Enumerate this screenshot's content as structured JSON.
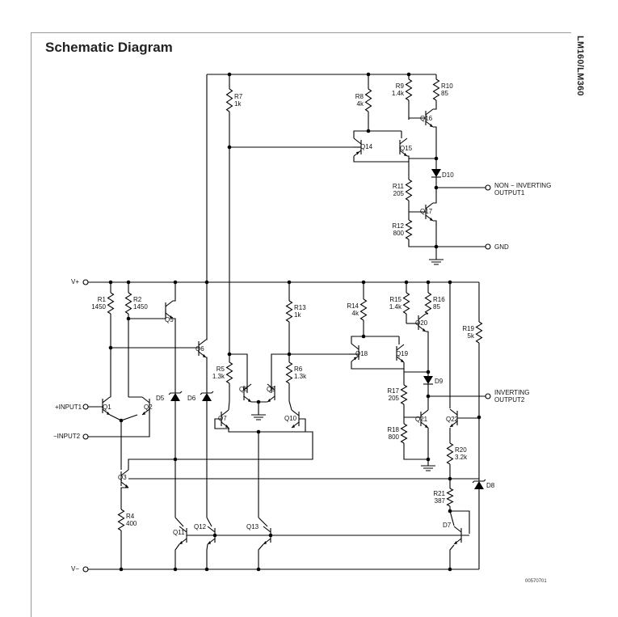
{
  "title": "Schematic Diagram",
  "part_number": "LM160/LM360",
  "doc_number": "00570701",
  "resistors": [
    {
      "name": "R1",
      "value": "1450"
    },
    {
      "name": "R2",
      "value": "1450"
    },
    {
      "name": "R4",
      "value": "400"
    },
    {
      "name": "R5",
      "value": "1.3k"
    },
    {
      "name": "R6",
      "value": "1.3k"
    },
    {
      "name": "R7",
      "value": "1k"
    },
    {
      "name": "R8",
      "value": "4k"
    },
    {
      "name": "R9",
      "value": "1.4k"
    },
    {
      "name": "R10",
      "value": "85"
    },
    {
      "name": "R11",
      "value": "205"
    },
    {
      "name": "R12",
      "value": "800"
    },
    {
      "name": "R13",
      "value": "1k"
    },
    {
      "name": "R14",
      "value": "4k"
    },
    {
      "name": "R15",
      "value": "1.4k"
    },
    {
      "name": "R16",
      "value": "85"
    },
    {
      "name": "R17",
      "value": "205"
    },
    {
      "name": "R18",
      "value": "800"
    },
    {
      "name": "R19",
      "value": "5k"
    },
    {
      "name": "R20",
      "value": "3.2k"
    },
    {
      "name": "R21",
      "value": "387"
    }
  ],
  "transistors": [
    "Q1",
    "Q2",
    "Q3",
    "Q5",
    "Q6",
    "Q7",
    "Q8",
    "Q9",
    "Q10",
    "Q11",
    "Q12",
    "Q13",
    "Q14",
    "Q15",
    "Q16",
    "Q17",
    "Q18",
    "Q19",
    "Q20",
    "Q21",
    "Q22"
  ],
  "diodes": [
    "D5",
    "D6",
    "D7",
    "D8",
    "D9",
    "D10"
  ],
  "terminals": {
    "vplus": "V+",
    "vminus": "V−",
    "input1": "+INPUT1",
    "input2": "−INPUT2",
    "noninv_out": "NON − INVERTING",
    "noninv_out2": "OUTPUT1",
    "inv_out": "INVERTING",
    "inv_out2": "OUTPUT2",
    "gnd": "GND"
  }
}
